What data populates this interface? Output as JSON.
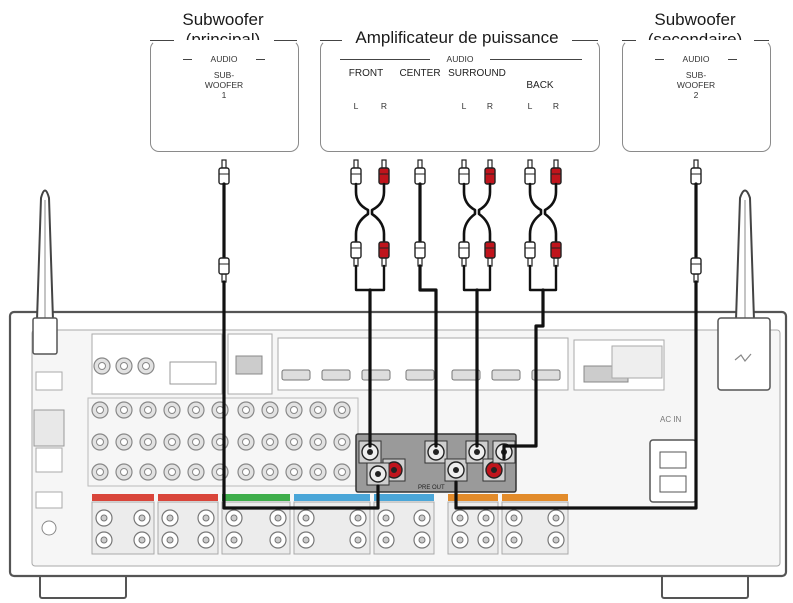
{
  "sub1": {
    "title_line1": "Subwoofer",
    "title_line2": "(principal)",
    "audio_label": "AUDIO",
    "jack_label_line1": "SUB-",
    "jack_label_line2": "WOOFER",
    "jack_label_line3": "1"
  },
  "amp": {
    "title": "Amplificateur de puissance",
    "audio_label": "AUDIO",
    "front_label": "FRONT",
    "center_label": "CENTER",
    "surround_label": "SURROUND",
    "back_label": "BACK",
    "left_label": "L",
    "right_label": "R"
  },
  "sub2": {
    "title_line1": "Subwoofer",
    "title_line2": "(secondaire)",
    "audio_label": "AUDIO",
    "jack_label_line1": "SUB-",
    "jack_label_line2": "WOOFER",
    "jack_label_line3": "2"
  },
  "receiver": {
    "ac_in_label": "AC IN",
    "pre_out_label": "PRE OUT"
  },
  "colors": {
    "cable": "#111111",
    "white_jack": "#e8e8e8",
    "red_jack": "#c0141c",
    "panel": "#f0f0f0",
    "frame": "#555555",
    "speaker_band_front": "#d9453a",
    "speaker_band_center": "#3fae4b",
    "speaker_band_surround": "#4aa6d8",
    "speaker_band_height": "#2e9a8a",
    "speaker_band_back": "#e28b2a"
  }
}
